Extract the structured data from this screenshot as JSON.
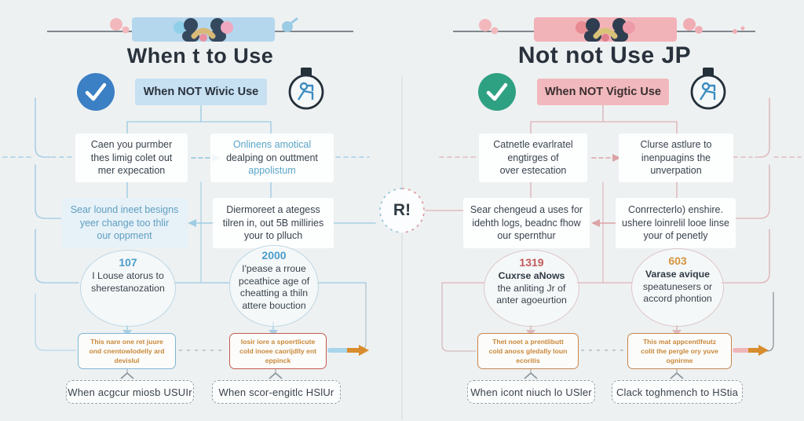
{
  "colors": {
    "background": "#eef1f2",
    "panel_blue": "#b5d7ee",
    "panel_pink": "#f2b3b8",
    "accent_blue": "#4a9dcb",
    "accent_green": "#2fa183",
    "accent_red": "#c45a5a",
    "accent_orange": "#d39440",
    "note_text": "#c9893b",
    "connector_blue": "#a9cfe3",
    "connector_pink": "#e0bcbf"
  },
  "icons": {
    "check": "✓",
    "center_badge_label": "R!"
  },
  "center_badge": "R!",
  "left": {
    "title": "When t to Use",
    "tag": "When NOT Wivic Use",
    "flow1a": [
      "Caen you purmber",
      "thes limig colet out",
      "mer expecation"
    ],
    "flow1b": [
      "Onlinens amotical",
      "dealping on outtment",
      "appolistum"
    ],
    "flow2a": [
      "Sear lound ineet besigns",
      "yeer change too thlir",
      "our oppment"
    ],
    "flow2b": [
      "Diermoreet a ategess",
      "tilren in, out 5B milliries",
      "your to plluch"
    ],
    "stat1": {
      "value": "107",
      "lines": [
        "I Louse atorus to",
        "sherestanozation"
      ]
    },
    "stat2": {
      "value": "2000",
      "lines": [
        "I'pease a rroue",
        "pceathice age of",
        "cheatting a thiln",
        "attere bouction"
      ]
    },
    "note1": [
      "This nare one ret juure",
      "ond cnentowlodelly ard",
      "devislul"
    ],
    "note2": [
      "losir iore a spoertlicute",
      "cold inoee caorijdlly ent",
      "eppinck"
    ],
    "footer1": "When acgcur miosb USUIr",
    "footer2": "When scor-engitlc HSlUr"
  },
  "right": {
    "title": "Not not Use JP",
    "tag": "When NOT Vigtic Use",
    "flow1a": [
      "Catnetle evarlratel",
      "engtirges of",
      "over estecation"
    ],
    "flow1b": [
      "Clurse astlure to",
      "inenpuagins the",
      "unverpation"
    ],
    "flow2a": [
      "Sear chengeud a uses for",
      "idehth logs, beadnc fhow",
      "our spernthur"
    ],
    "flow2b": [
      "Conrrecterlo) enshire.",
      "ushere loinrelil looe linse",
      "your of penetly"
    ],
    "stat1": {
      "value": "1319",
      "lines": [
        "Cuxrse aNows",
        "the anliting Jr of",
        "anter agoeurtion"
      ]
    },
    "stat2": {
      "value": "603",
      "lines": [
        "Varase avique",
        "speatunesers or",
        "accord phontion"
      ]
    },
    "note1": [
      "Thet noet a prentlibutt",
      "cold anoss gledally loun",
      "ecoritis"
    ],
    "note2": [
      "This mat appcentlfeutz",
      "colit the pergle ory yuve",
      "ognirme"
    ],
    "footer1": "When icont niuch lo USler",
    "footer2": "Clack toghmench to HStia"
  }
}
